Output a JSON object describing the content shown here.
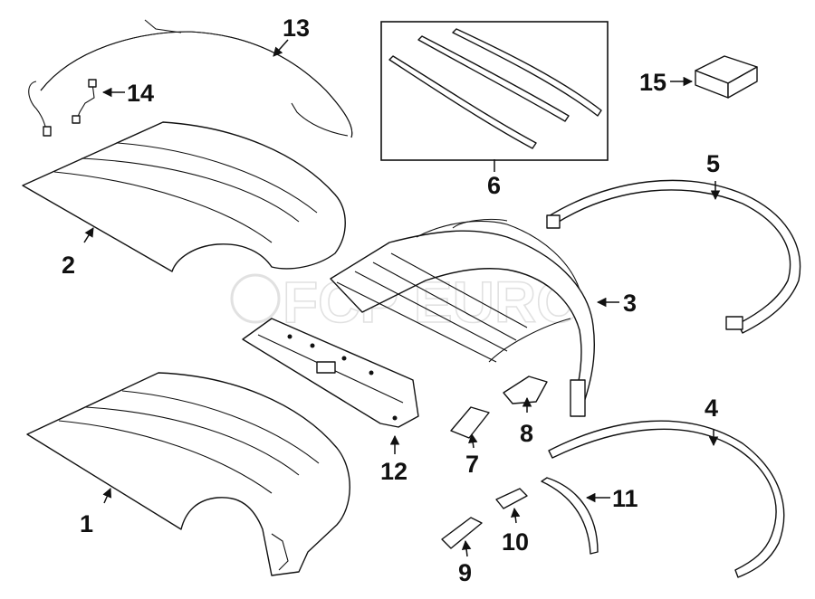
{
  "watermark": "FCP EURO",
  "callouts": [
    "1",
    "2",
    "3",
    "4",
    "5",
    "6",
    "7",
    "8",
    "9",
    "10",
    "11",
    "12",
    "13",
    "14",
    "15"
  ]
}
